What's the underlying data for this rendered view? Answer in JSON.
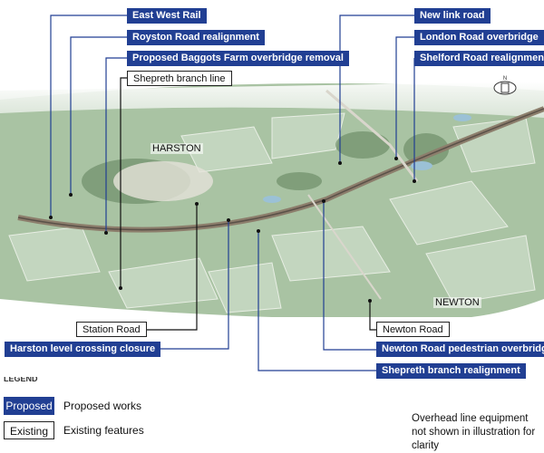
{
  "labels": {
    "east_west_rail": "East West Rail",
    "royston_road": "Royston Road realignment",
    "baggots_farm": "Proposed Baggots Farm overbridge removal",
    "shepreth_branch_line": "Shepreth branch line",
    "new_link_road": "New link road",
    "london_road": "London Road overbridge",
    "shelford_road": "Shelford Road realignment",
    "station_road": "Station Road",
    "harston_crossing": "Harston level crossing closure",
    "newton_road": "Newton Road",
    "newton_pedestrian": "Newton Road pedestrian overbridge",
    "shepreth_realignment": "Shepreth branch realignment"
  },
  "places": {
    "harston": "HARSTON",
    "newton": "NEWTON",
    "north": "N"
  },
  "legend": {
    "heading": "LEGEND",
    "proposed_box": "Proposed",
    "proposed_text": "Proposed works",
    "existing_box": "Existing",
    "existing_text": "Existing features"
  },
  "note": "Overhead line equipment not shown in illustration for clarity",
  "colors": {
    "proposed": "#213f93",
    "existing": "#ffffff"
  }
}
